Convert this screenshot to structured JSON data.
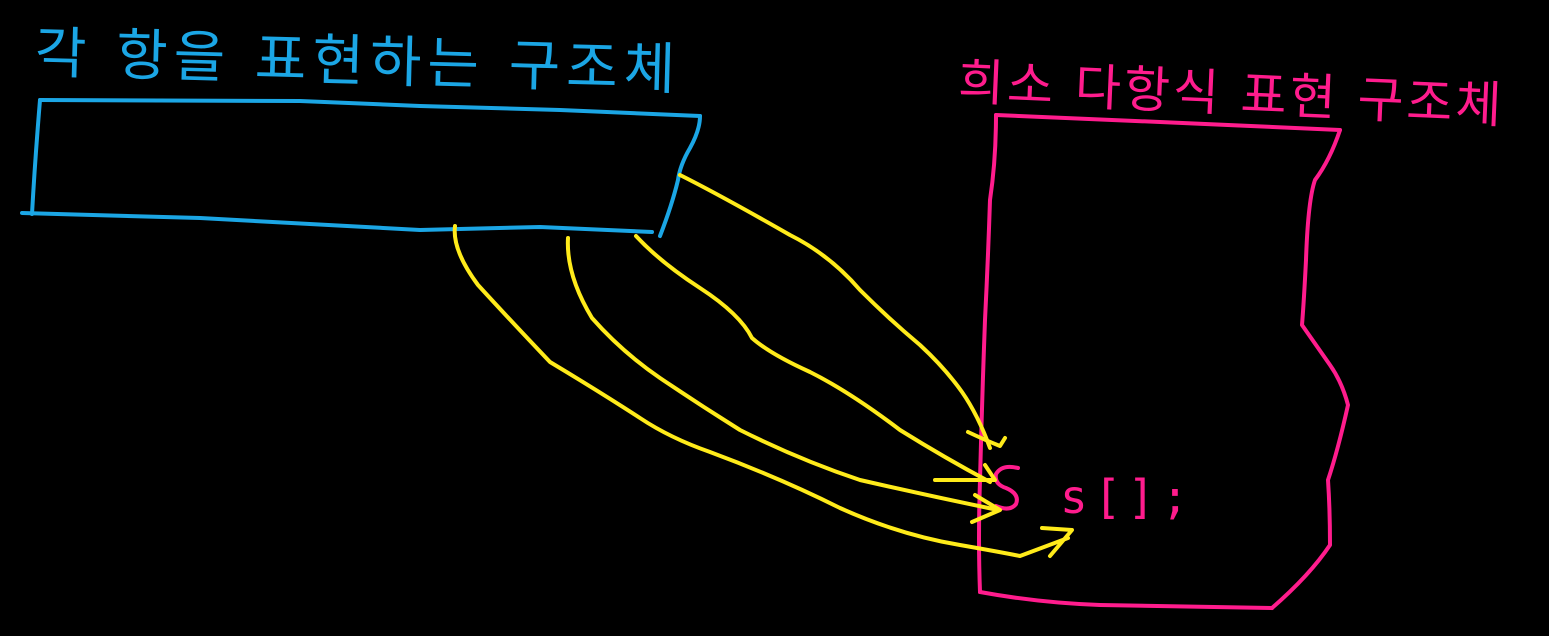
{
  "colors": {
    "background": "#000000",
    "term_struct": "#1BA6E5",
    "poly_struct": "#FF1C8D",
    "arrows": "#FFEB1A"
  },
  "term_struct": {
    "title": "각 항을 표현하는 구조체"
  },
  "poly_struct": {
    "title": "희소 다항식 표현 구조체",
    "member_code": "s[];"
  },
  "arrows": {
    "count": 4
  }
}
